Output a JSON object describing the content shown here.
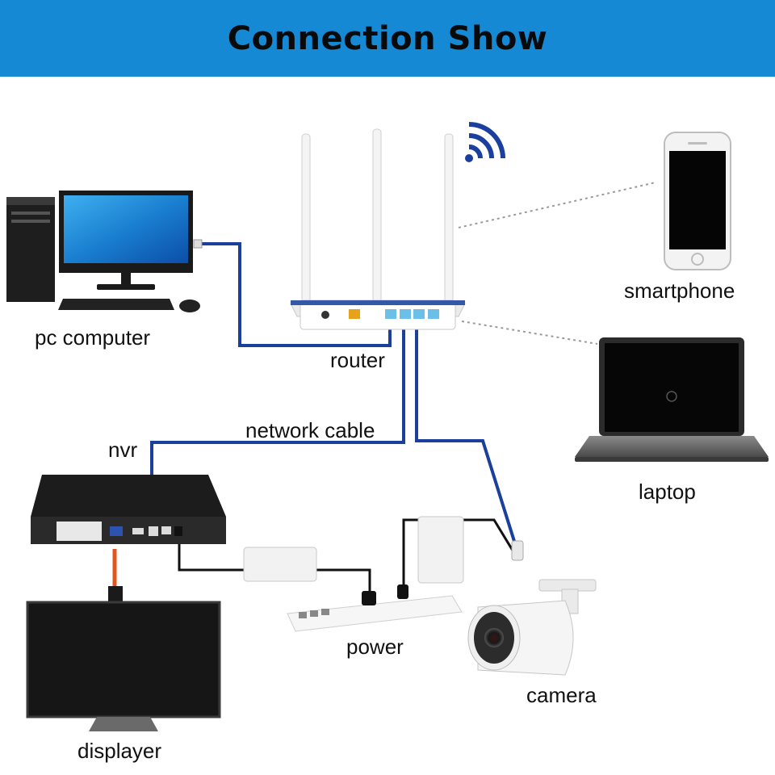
{
  "title": "Connection Show",
  "labels": {
    "pc_computer": "pc computer",
    "router": "router",
    "network_cable": "network cable",
    "nvr": "nvr",
    "smartphone": "smartphone",
    "laptop": "laptop",
    "power": "power",
    "camera": "camera",
    "displayer": "displayer"
  },
  "colors": {
    "banner": "#1589d4",
    "network_cable": "#1b3f9c",
    "power_cable": "#111111",
    "wireless_link": "#9a9a9a",
    "wifi_symbol": "#1b3f9c"
  }
}
